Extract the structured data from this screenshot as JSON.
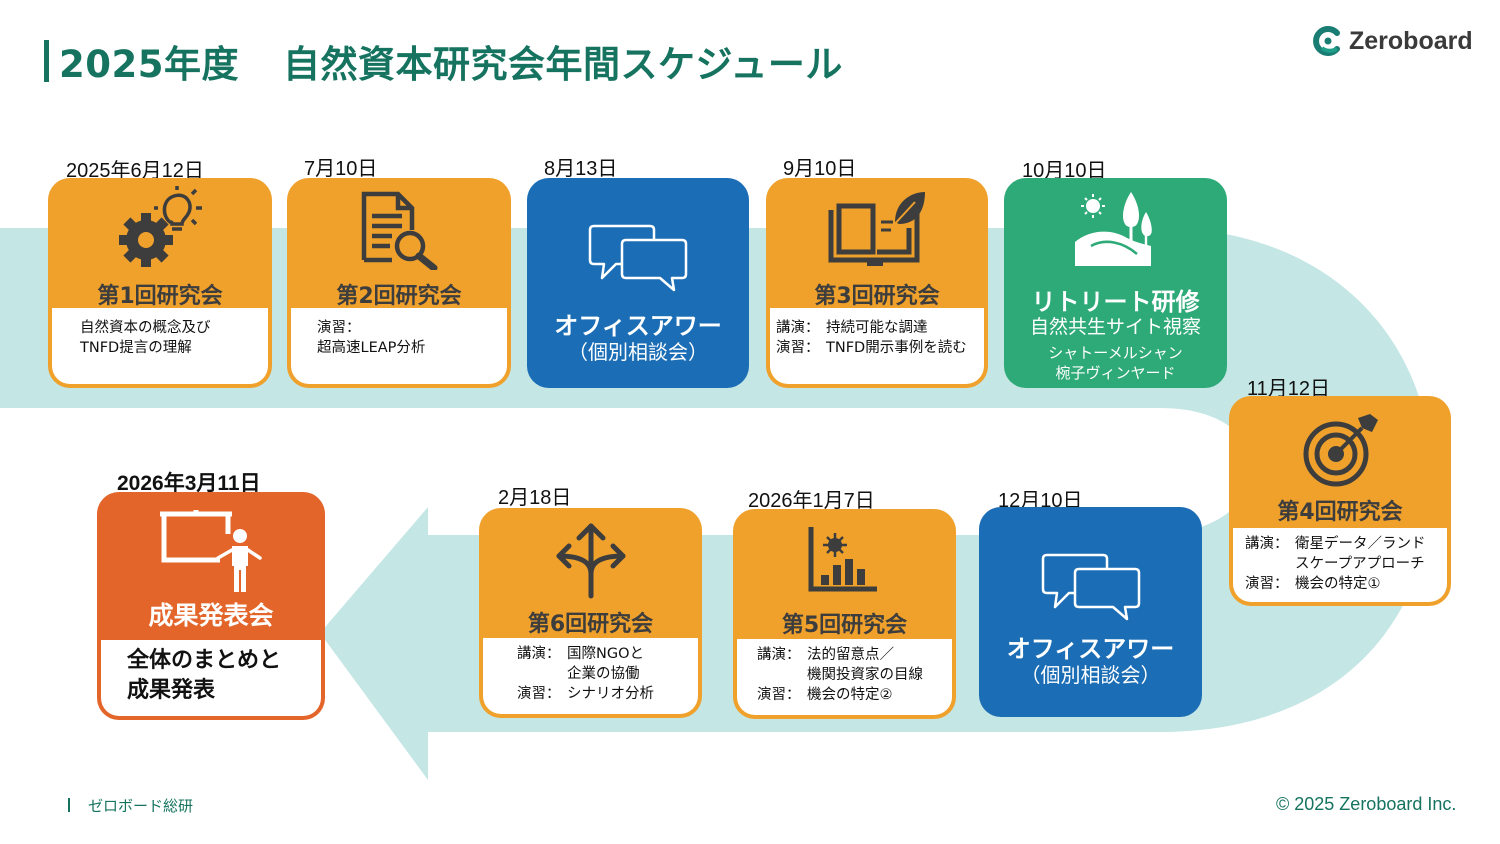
{
  "header": {
    "title_year": "2025年度",
    "title_main": "自然資本研究会年間スケジュール",
    "logo_text": "Zeroboard",
    "accent_color": "#15735f"
  },
  "events": [
    {
      "id": 1,
      "date": "2025年6月12日",
      "title": "第1回研究会",
      "icon": "gear-lightbulb-icon",
      "color": "#efa12c",
      "lines": [
        {
          "label": "",
          "text": "自然資本の概念及び"
        },
        {
          "label": "",
          "text": "TNFD提言の理解"
        }
      ]
    },
    {
      "id": 2,
      "date": "7月10日",
      "title": "第2回研究会",
      "icon": "document-search-icon",
      "color": "#efa12c",
      "lines": [
        {
          "label": "",
          "text": "演習："
        },
        {
          "label": "",
          "text": "超高速LEAP分析"
        }
      ]
    },
    {
      "id": 3,
      "date": "8月13日",
      "title": "オフィスアワー",
      "subtitle": "（個別相談会）",
      "icon": "chat-bubbles-icon",
      "color": "#1b6db5"
    },
    {
      "id": 4,
      "date": "9月10日",
      "title": "第3回研究会",
      "icon": "book-leaf-icon",
      "color": "#efa12c",
      "lines": [
        {
          "label": "講演：",
          "text": "持続可能な調達"
        },
        {
          "label": "演習：",
          "text": "TNFD開示事例を読む"
        }
      ]
    },
    {
      "id": 5,
      "date": "10月10日",
      "title": "リトリート研修",
      "subtitle": "自然共生サイト視察",
      "note1": "シャトーメルシャン",
      "note2": "椀子ヴィンヤード",
      "icon": "landscape-trees-icon",
      "color": "#2eaa78"
    },
    {
      "id": 6,
      "date": "11月12日",
      "title": "第4回研究会",
      "icon": "target-arrow-icon",
      "color": "#efa12c",
      "lines": [
        {
          "label": "講演：",
          "text": "衛星データ／ランド"
        },
        {
          "label": "",
          "text": "スケープアプローチ"
        },
        {
          "label": "演習：",
          "text": "機会の特定①"
        }
      ]
    },
    {
      "id": 7,
      "date": "12月10日",
      "title": "オフィスアワー",
      "subtitle": "（個別相談会）",
      "icon": "chat-bubbles-icon",
      "color": "#1b6db5"
    },
    {
      "id": 8,
      "date": "2026年1月7日",
      "title": "第5回研究会",
      "icon": "chart-virus-icon",
      "color": "#efa12c",
      "lines": [
        {
          "label": "講演：",
          "text": "法的留意点／"
        },
        {
          "label": "",
          "text": "機関投資家の目線"
        },
        {
          "label": "演習：",
          "text": "機会の特定②"
        }
      ]
    },
    {
      "id": 9,
      "date": "2月18日",
      "title": "第6回研究会",
      "icon": "split-arrows-icon",
      "color": "#efa12c",
      "lines": [
        {
          "label": "講演：",
          "text": "国際NGOと"
        },
        {
          "label": "",
          "text": "企業の協働"
        },
        {
          "label": "演習：",
          "text": "シナリオ分析"
        }
      ]
    },
    {
      "id": 10,
      "date": "2026年3月11日",
      "title": "成果発表会",
      "icon": "presenter-board-icon",
      "color": "#e3652a",
      "lines": [
        {
          "label": "",
          "text": "全体のまとめと"
        },
        {
          "label": "",
          "text": "成果発表"
        }
      ]
    }
  ],
  "footer": {
    "left": "ゼロボード総研",
    "right": "© 2025 Zeroboard Inc."
  }
}
